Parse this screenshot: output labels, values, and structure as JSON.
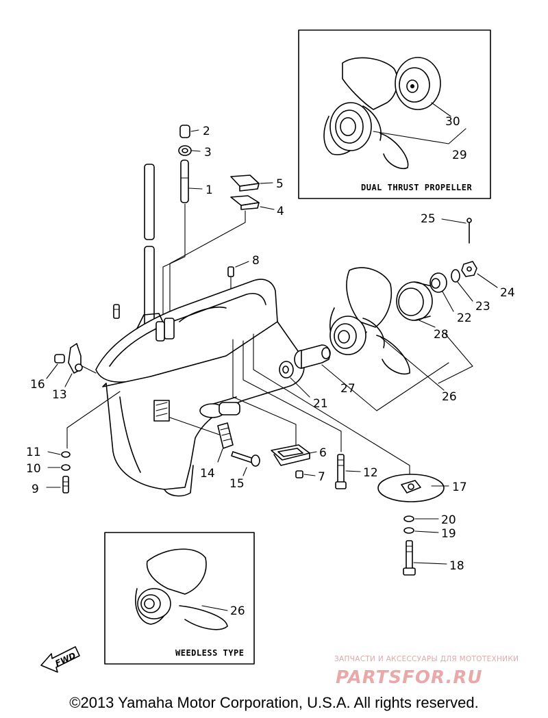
{
  "callouts": {
    "c1": "1",
    "c2": "2",
    "c3": "3",
    "c4": "4",
    "c5": "5",
    "c6": "6",
    "c7": "7",
    "c8": "8",
    "c9": "9",
    "c10": "10",
    "c11": "11",
    "c12": "12",
    "c13": "13",
    "c14": "14",
    "c15": "15",
    "c16": "16",
    "c17": "17",
    "c18": "18",
    "c19": "19",
    "c20": "20",
    "c21": "21",
    "c22": "22",
    "c23": "23",
    "c24": "24",
    "c25": "25",
    "c26": "26",
    "c26b": "26",
    "c27": "27",
    "c28": "28",
    "c29": "29",
    "c30": "30"
  },
  "insets": {
    "dual_thrust_label": "DUAL THRUST PROPELLER",
    "weedless_label": "WEEDLESS TYPE"
  },
  "fwd_label": "FWD",
  "watermark": {
    "tagline": "ЗАПЧАСТИ И АКСЕССУАРЫ ДЛЯ МОТОТЕХНИКИ",
    "logo": "PARTSFOR.RU",
    "color": "#e8a0a0"
  },
  "copyright": "©2013 Yamaha Motor Corporation, U.S.A. All rights reserved."
}
